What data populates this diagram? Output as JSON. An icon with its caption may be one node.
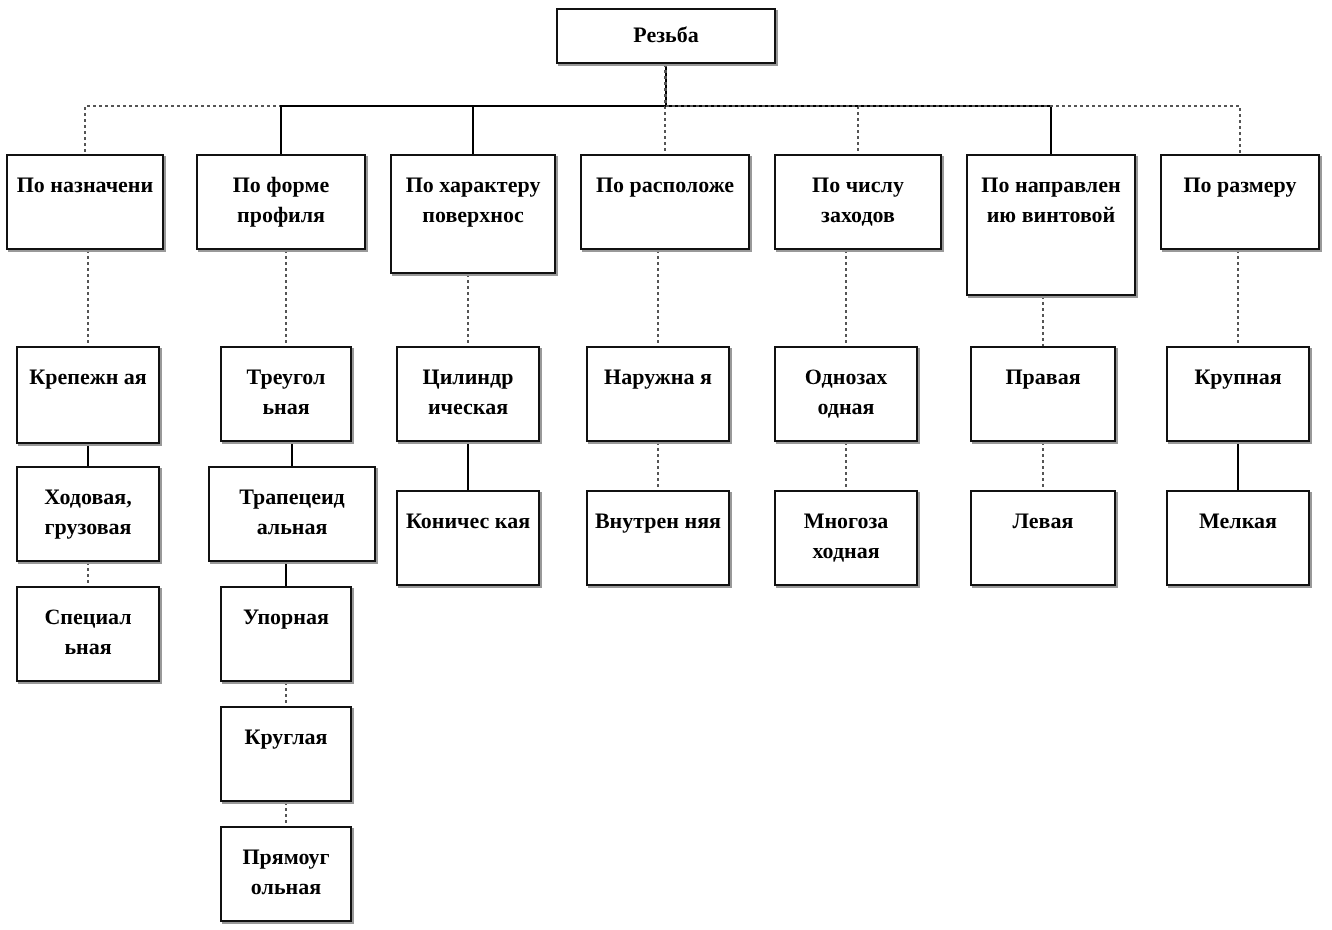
{
  "diagram": {
    "nodes": [
      {
        "text": [
          "Резьба"
        ]
      },
      {
        "text": [
          "По назначени"
        ]
      },
      {
        "text": [
          "По форме профиля"
        ]
      },
      {
        "text": [
          "По характеру поверхнос"
        ]
      },
      {
        "text": [
          "По расположе"
        ]
      },
      {
        "text": [
          "По числу заходов"
        ]
      },
      {
        "text": [
          "По направлен ию винтовой"
        ]
      },
      {
        "text": [
          "По размеру"
        ]
      },
      {
        "text": [
          "Крепежн ая"
        ]
      },
      {
        "text": [
          "Ходовая, грузовая"
        ]
      },
      {
        "text": [
          "Специал ьная"
        ]
      },
      {
        "text": [
          "Треугол ьная"
        ]
      },
      {
        "text": [
          "Трапецеид альная"
        ]
      },
      {
        "text": [
          "Упорная"
        ]
      },
      {
        "text": [
          "Круглая"
        ]
      },
      {
        "text": [
          "Прямоуг ольная"
        ]
      },
      {
        "text": [
          "Цилиндр ическая"
        ]
      },
      {
        "text": [
          "Коничес кая"
        ]
      },
      {
        "text": [
          "Наружна я"
        ]
      },
      {
        "text": [
          "Внутрен няя"
        ]
      },
      {
        "text": [
          "Однозах одная"
        ]
      },
      {
        "text": [
          "Многоза ходная"
        ]
      },
      {
        "text": [
          "Правая"
        ]
      },
      {
        "text": [
          "Левая"
        ]
      },
      {
        "text": [
          "Крупная"
        ]
      },
      {
        "text": [
          "Мелкая"
        ]
      }
    ],
    "edges": [
      {
        "from": 0,
        "to": 1,
        "arrow": "none",
        "style": "dashed"
      },
      {
        "from": 0,
        "to": 2,
        "arrow": "none"
      },
      {
        "from": 0,
        "to": 3,
        "arrow": "none"
      },
      {
        "from": 0,
        "to": 4,
        "arrow": "none",
        "style": "dashed"
      },
      {
        "from": 0,
        "to": 5,
        "arrow": "none",
        "style": "dashed"
      },
      {
        "from": 0,
        "to": 6,
        "arrow": "none"
      },
      {
        "from": 0,
        "to": 7,
        "arrow": "none",
        "style": "dashed"
      },
      {
        "from": 1,
        "to": 8,
        "arrow": "none",
        "style": "dashed"
      },
      {
        "from": 8,
        "to": 9,
        "arrow": "none"
      },
      {
        "from": 9,
        "to": 10,
        "arrow": "none",
        "style": "dashed"
      },
      {
        "from": 2,
        "to": 11,
        "arrow": "none",
        "style": "dashed"
      },
      {
        "from": 11,
        "to": 12,
        "arrow": "none"
      },
      {
        "from": 12,
        "to": 13,
        "arrow": "none"
      },
      {
        "from": 13,
        "to": 14,
        "arrow": "none",
        "style": "dashed"
      },
      {
        "from": 14,
        "to": 15,
        "arrow": "none",
        "style": "dashed"
      },
      {
        "from": 3,
        "to": 16,
        "arrow": "none",
        "style": "dashed"
      },
      {
        "from": 16,
        "to": 17,
        "arrow": "none"
      },
      {
        "from": 4,
        "to": 18,
        "arrow": "none",
        "style": "dashed"
      },
      {
        "from": 18,
        "to": 19,
        "arrow": "none",
        "style": "dashed"
      },
      {
        "from": 5,
        "to": 20,
        "arrow": "none",
        "style": "dashed"
      },
      {
        "from": 20,
        "to": 21,
        "arrow": "none",
        "style": "dashed"
      },
      {
        "from": 6,
        "to": 22,
        "arrow": "none",
        "style": "dashed"
      },
      {
        "from": 22,
        "to": 23,
        "arrow": "none",
        "style": "dashed"
      },
      {
        "from": 7,
        "to": 24,
        "arrow": "none",
        "style": "dashed"
      },
      {
        "from": 24,
        "to": 25,
        "arrow": "none"
      }
    ]
  }
}
